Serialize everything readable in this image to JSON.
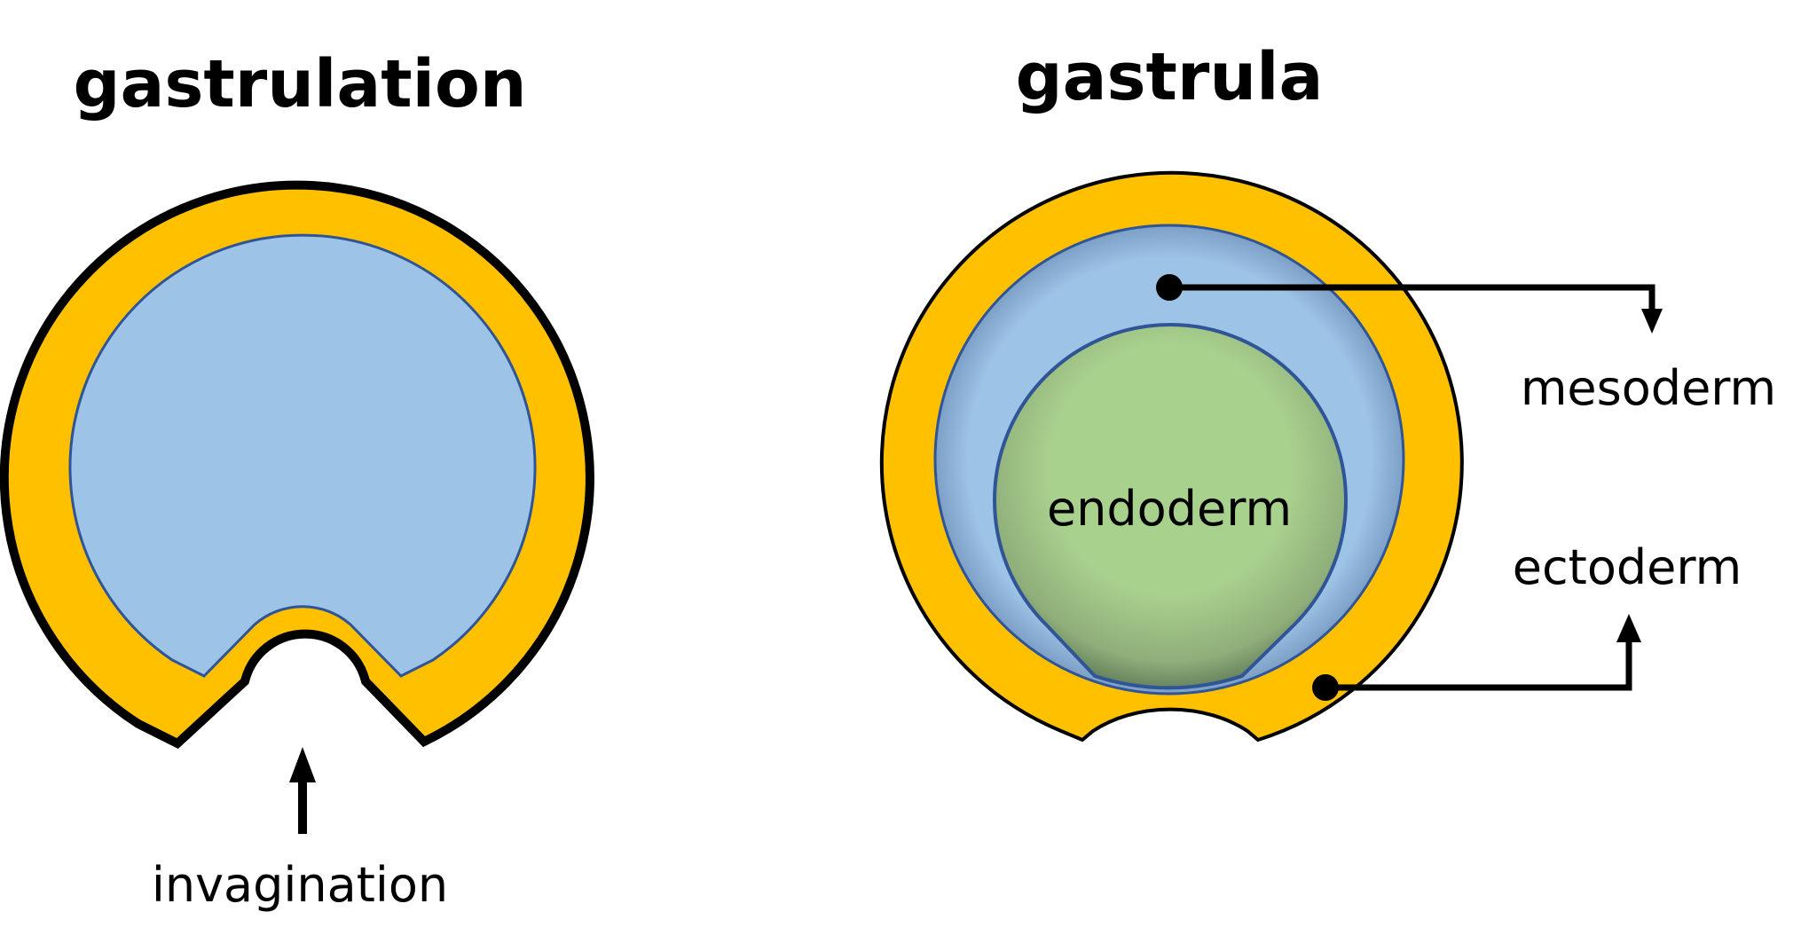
{
  "titles": {
    "left": "gastrulation",
    "right": "gastrula"
  },
  "labels": {
    "invagination": "invagination",
    "endoderm": "endoderm",
    "mesoderm": "mesoderm",
    "ectoderm": "ectoderm"
  },
  "colors": {
    "ectoderm_fill": "#FFC000",
    "blastocoel_fill": "#9DC3E6",
    "mesoderm_fill": "#9DC3E6",
    "endoderm_fill": "#A9D18E",
    "outline": "#000000",
    "inner_outline": "#2F5597",
    "background": "#FFFFFF"
  },
  "icons": {
    "invagination_arrow": "arrow-up-icon",
    "mesoderm_pointer": "elbow-arrow-down-icon",
    "ectoderm_pointer": "elbow-arrow-up-icon"
  }
}
